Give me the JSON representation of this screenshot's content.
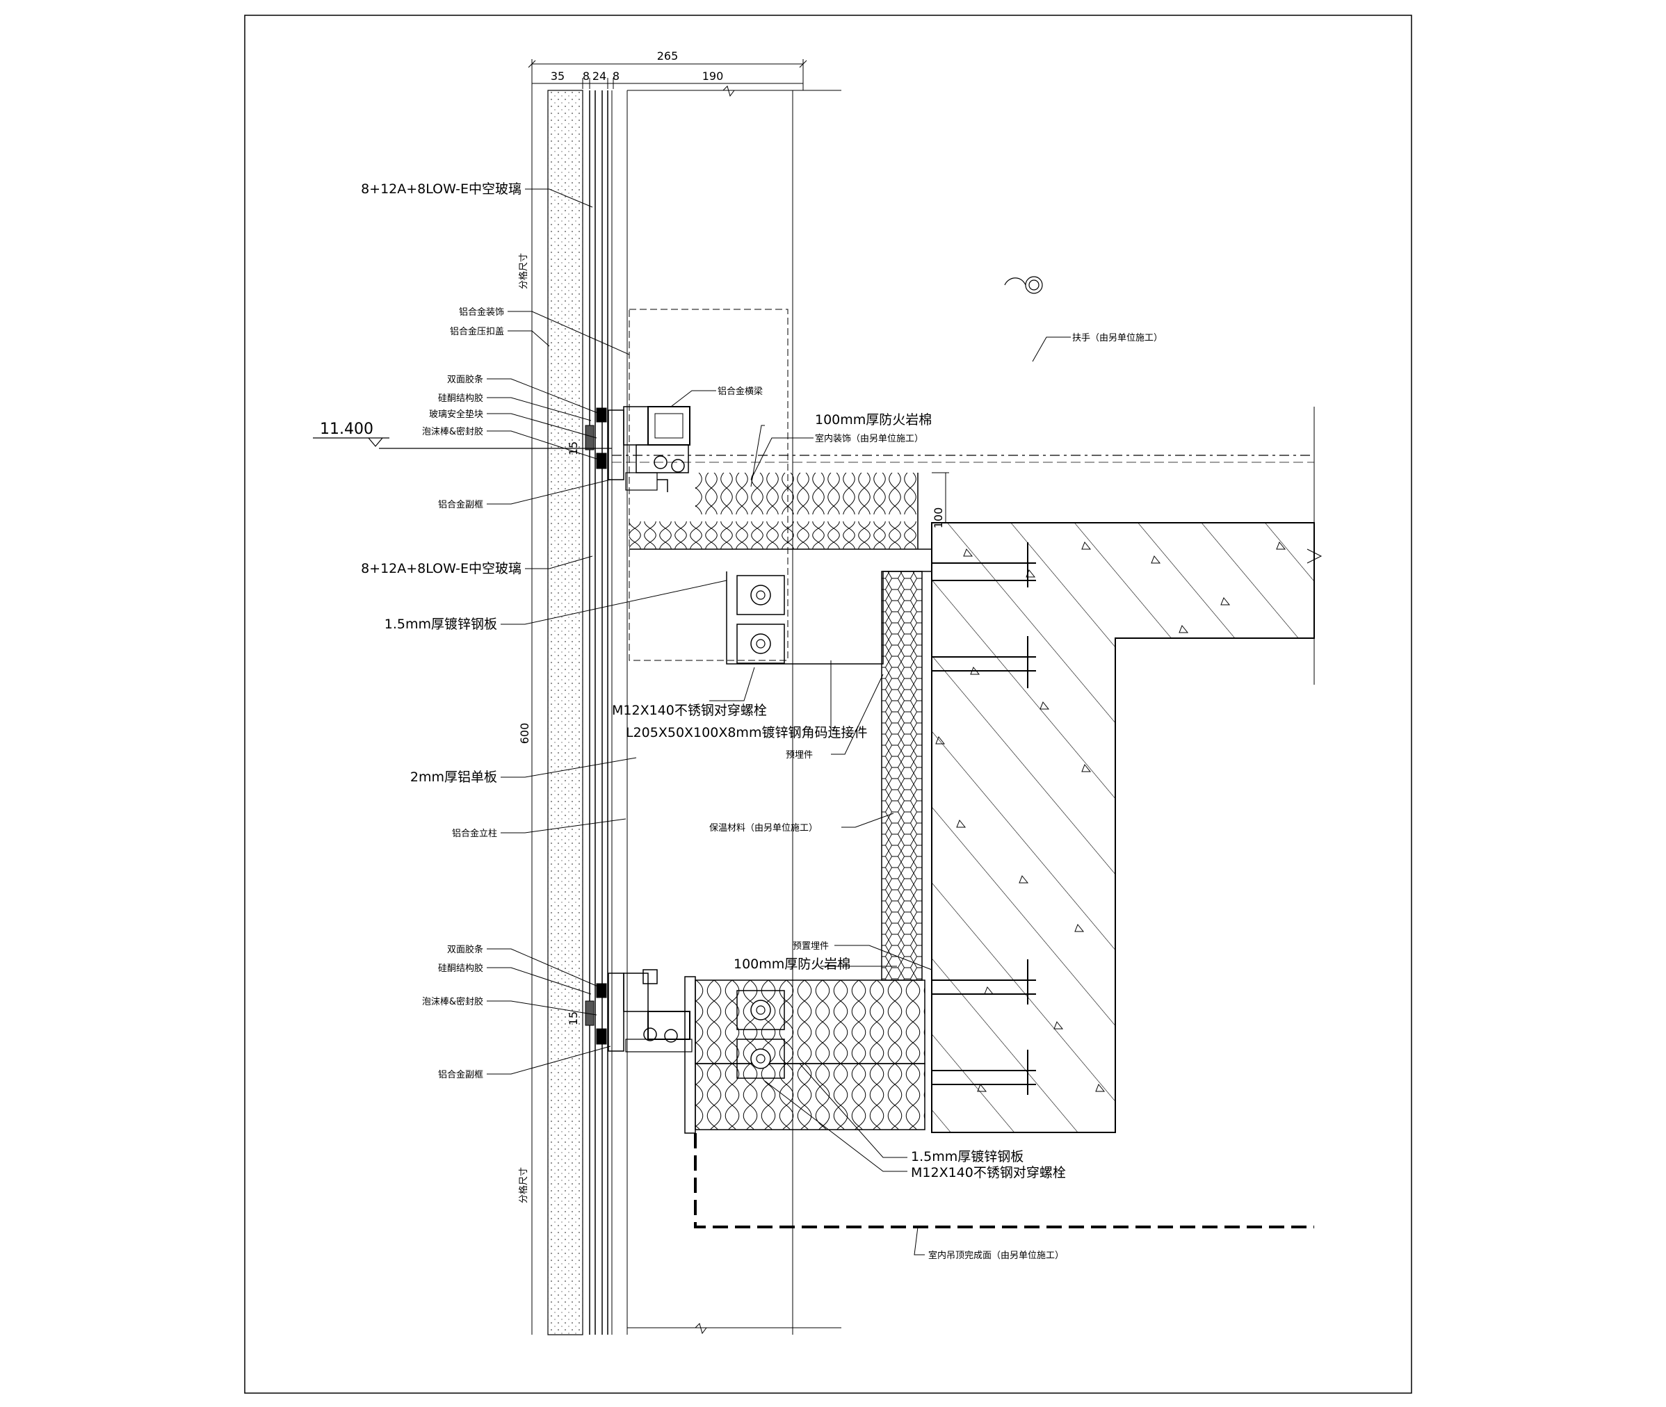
{
  "dimensions": {
    "total": "265",
    "d35": "35",
    "d8a": "8",
    "d24": "24",
    "d8b": "8",
    "d190": "190",
    "v600": "600",
    "v15_top": "15",
    "v15_bottom": "15",
    "v100": "100"
  },
  "level": "11.400",
  "vertical_notes": {
    "upper": "分格尺寸",
    "lower": "分格尺寸"
  },
  "left_labels": {
    "glass_top": "8+12A+8LOW-E中空玻璃",
    "alu_cover": "铝合金装饰",
    "alu_press_cover": "铝合金压扣盖",
    "double_tape_top": "双面胶条",
    "silicone_struct_top": "硅酮结构胶",
    "glass_pad": "玻璃安全垫块",
    "foam_rod_top": "泡沫棒&密封胶",
    "alu_sub_frame_top": "铝合金副框",
    "glass_mid": "8+12A+8LOW-E中空玻璃",
    "steel_plate_top": "1.5mm厚镀锌钢板",
    "al_panel": "2mm厚铝单板",
    "alu_mullion": "铝合金立柱",
    "double_tape_bottom": "双面胶条",
    "silicone_struct_bottom": "硅酮结构胶",
    "foam_rod_bottom": "泡沫棒&密封胶",
    "alu_sub_frame_bottom": "铝合金副框"
  },
  "right_labels": {
    "alu_transom": "铝合金横梁",
    "fire_wool_top": "100mm厚防火岩棉",
    "interior_deco": "室内装饰（由另单位施工）",
    "handrail": "扶手（由另单位施工）",
    "bolt_top": "M12X140不锈钢对穿螺栓",
    "angle_bracket": "L205X50X100X8mm镀锌钢角码连接件",
    "embed_top": "预埋件",
    "insulation": "保温材料（由另单位施工）",
    "embed_bottom": "预置埋件",
    "fire_wool_bottom": "100mm厚防火岩棉",
    "steel_plate_bottom": "1.5mm厚镀锌钢板",
    "bolt_bottom": "M12X140不锈钢对穿螺栓",
    "ceiling": "室内吊顶完成面（由另单位施工）"
  }
}
